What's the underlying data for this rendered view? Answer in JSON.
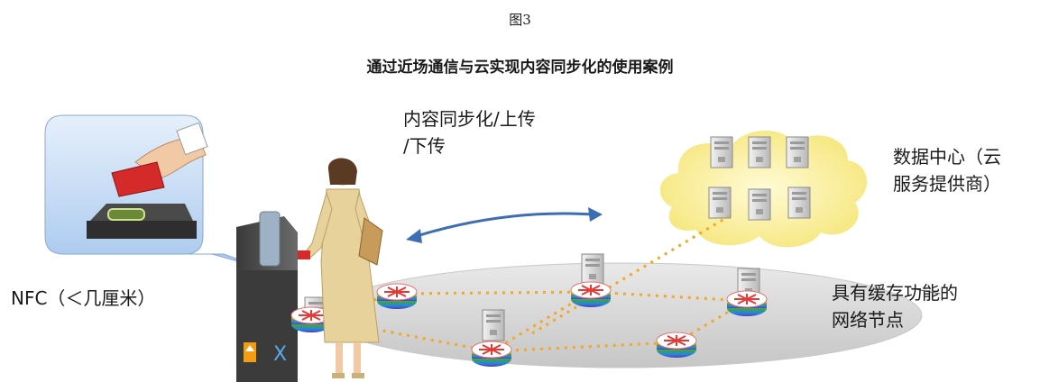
{
  "figure": {
    "label": "图3",
    "title": "通过近场通信与云实现内容同步化的使用案例"
  },
  "labels": {
    "sync_line1": "内容同步化/上传",
    "sync_line2": "/下传",
    "datacenter_line1": "数据中心（云",
    "datacenter_line2": "服务提供商）",
    "nfc": "NFC（＜几厘米）",
    "cache_line1": "具有缓存功能的",
    "cache_line2": "网络节点"
  },
  "colors": {
    "arrow": "#3d6eb4",
    "dotted_link": "#f5a623",
    "cloud": "#fbf2a6",
    "bubble": "#bcd6f2",
    "ellipse": "#dcdcdc",
    "card": "#d42a2a"
  }
}
